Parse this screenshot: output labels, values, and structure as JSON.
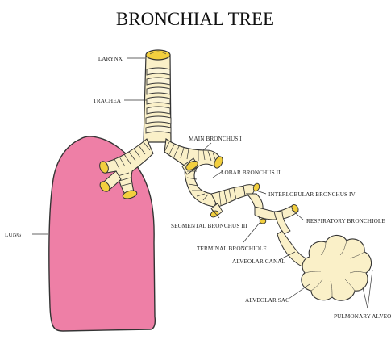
{
  "title": "BRONCHIAL TREE",
  "labels": {
    "larynx": "LARYNX",
    "trachea": "TRACHEA",
    "main_bronchus": "MAIN BRONCHUS I",
    "lobar_bronchus": "LOBAR BRONCHUS II",
    "interlobular_bronchus": "INTERLOBULAR BRONCHUS IV",
    "lung": "LUNG",
    "segmental_bronchus": "SEGMENTAL BRONCHUS III",
    "respiratory_bronchiole": "RESPIRATORY BRONCHIOLE",
    "terminal_bronchiole": "TERMINAL BRONCHIOLE",
    "alveolar_canal": "ALVEOLAR CANAL",
    "alveolar_sac": "ALVEOLAR SAC",
    "pulmonary_alveoli": "PULMONARY ALVEOLI"
  },
  "colors": {
    "lung": "#ee7fa6",
    "airway": "#faf0c8",
    "cartilage_end": "#f2cf3e",
    "outline": "#333333"
  }
}
